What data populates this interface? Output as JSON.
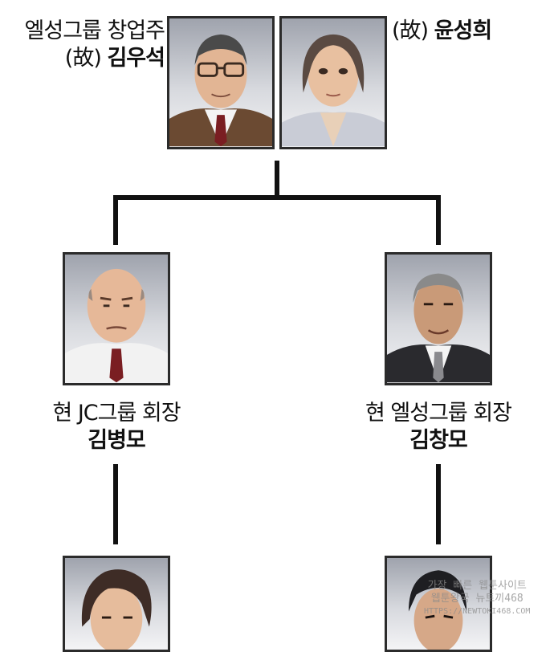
{
  "founder": {
    "title": "엘성그룹 창업주",
    "prefix": "(故)",
    "name": "김우석"
  },
  "founder_wife": {
    "prefix": "(故)",
    "name": "윤성희"
  },
  "child_left": {
    "title": "현 JC그룹 회장",
    "name": "김병모"
  },
  "child_right": {
    "title": "현 엘성그룹 회장",
    "name": "김창모"
  },
  "watermark": {
    "line1": "가장 빠른 웹툰사이트",
    "line2": "웹툰왕국 뉴토끼468",
    "line3": "HTTPS://NEWTOKI468.COM"
  },
  "colors": {
    "frame": "#2b2b2b",
    "connector": "#111111"
  }
}
